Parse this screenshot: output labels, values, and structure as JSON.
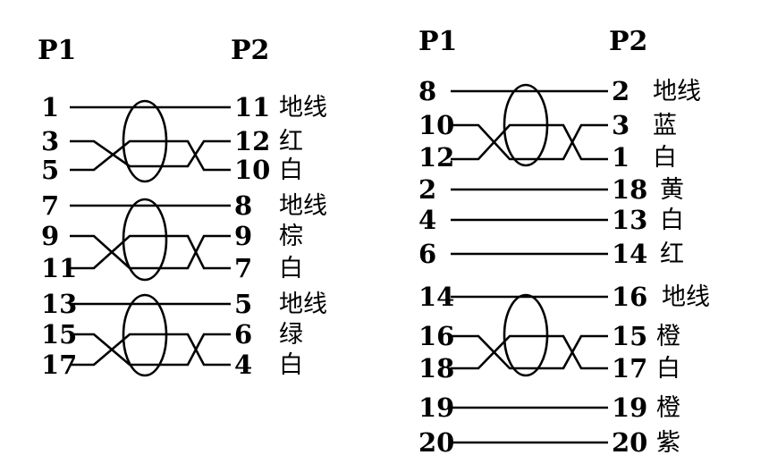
{
  "left_block": {
    "p1_label": "P1",
    "p2_label": "P2",
    "rows": [
      {
        "from": "1",
        "to": "11",
        "color": "地线"
      },
      {
        "from": "3",
        "to": "12",
        "color": "红"
      },
      {
        "from": "5",
        "to": "10",
        "color": "白"
      },
      {
        "from": "7",
        "to": "8",
        "color": "地线"
      },
      {
        "from": "9",
        "to": "9",
        "color": "棕"
      },
      {
        "from": "11",
        "to": "7",
        "color": "白"
      },
      {
        "from": "13",
        "to": "5",
        "color": "地线"
      },
      {
        "from": "15",
        "to": "6",
        "color": "绿"
      },
      {
        "from": "17",
        "to": "4",
        "color": "白"
      }
    ]
  },
  "right_block": {
    "p1_label": "P1",
    "p2_label": "P2",
    "rows": [
      {
        "from": "8",
        "to": "2",
        "color": "地线"
      },
      {
        "from": "10",
        "to": "3",
        "color": "蓝"
      },
      {
        "from": "12",
        "to": "1",
        "color": "白"
      },
      {
        "from": "2",
        "to": "18",
        "color": "黄"
      },
      {
        "from": "4",
        "to": "13",
        "color": "白"
      },
      {
        "from": "6",
        "to": "14",
        "color": "红"
      },
      {
        "from": "14",
        "to": "16",
        "color": "地线"
      },
      {
        "from": "16",
        "to": "15",
        "color": "橙"
      },
      {
        "from": "18",
        "to": "17",
        "color": "白"
      },
      {
        "from": "19",
        "to": "19",
        "color": "橙"
      },
      {
        "from": "20",
        "to": "20",
        "color": "紫"
      }
    ]
  }
}
